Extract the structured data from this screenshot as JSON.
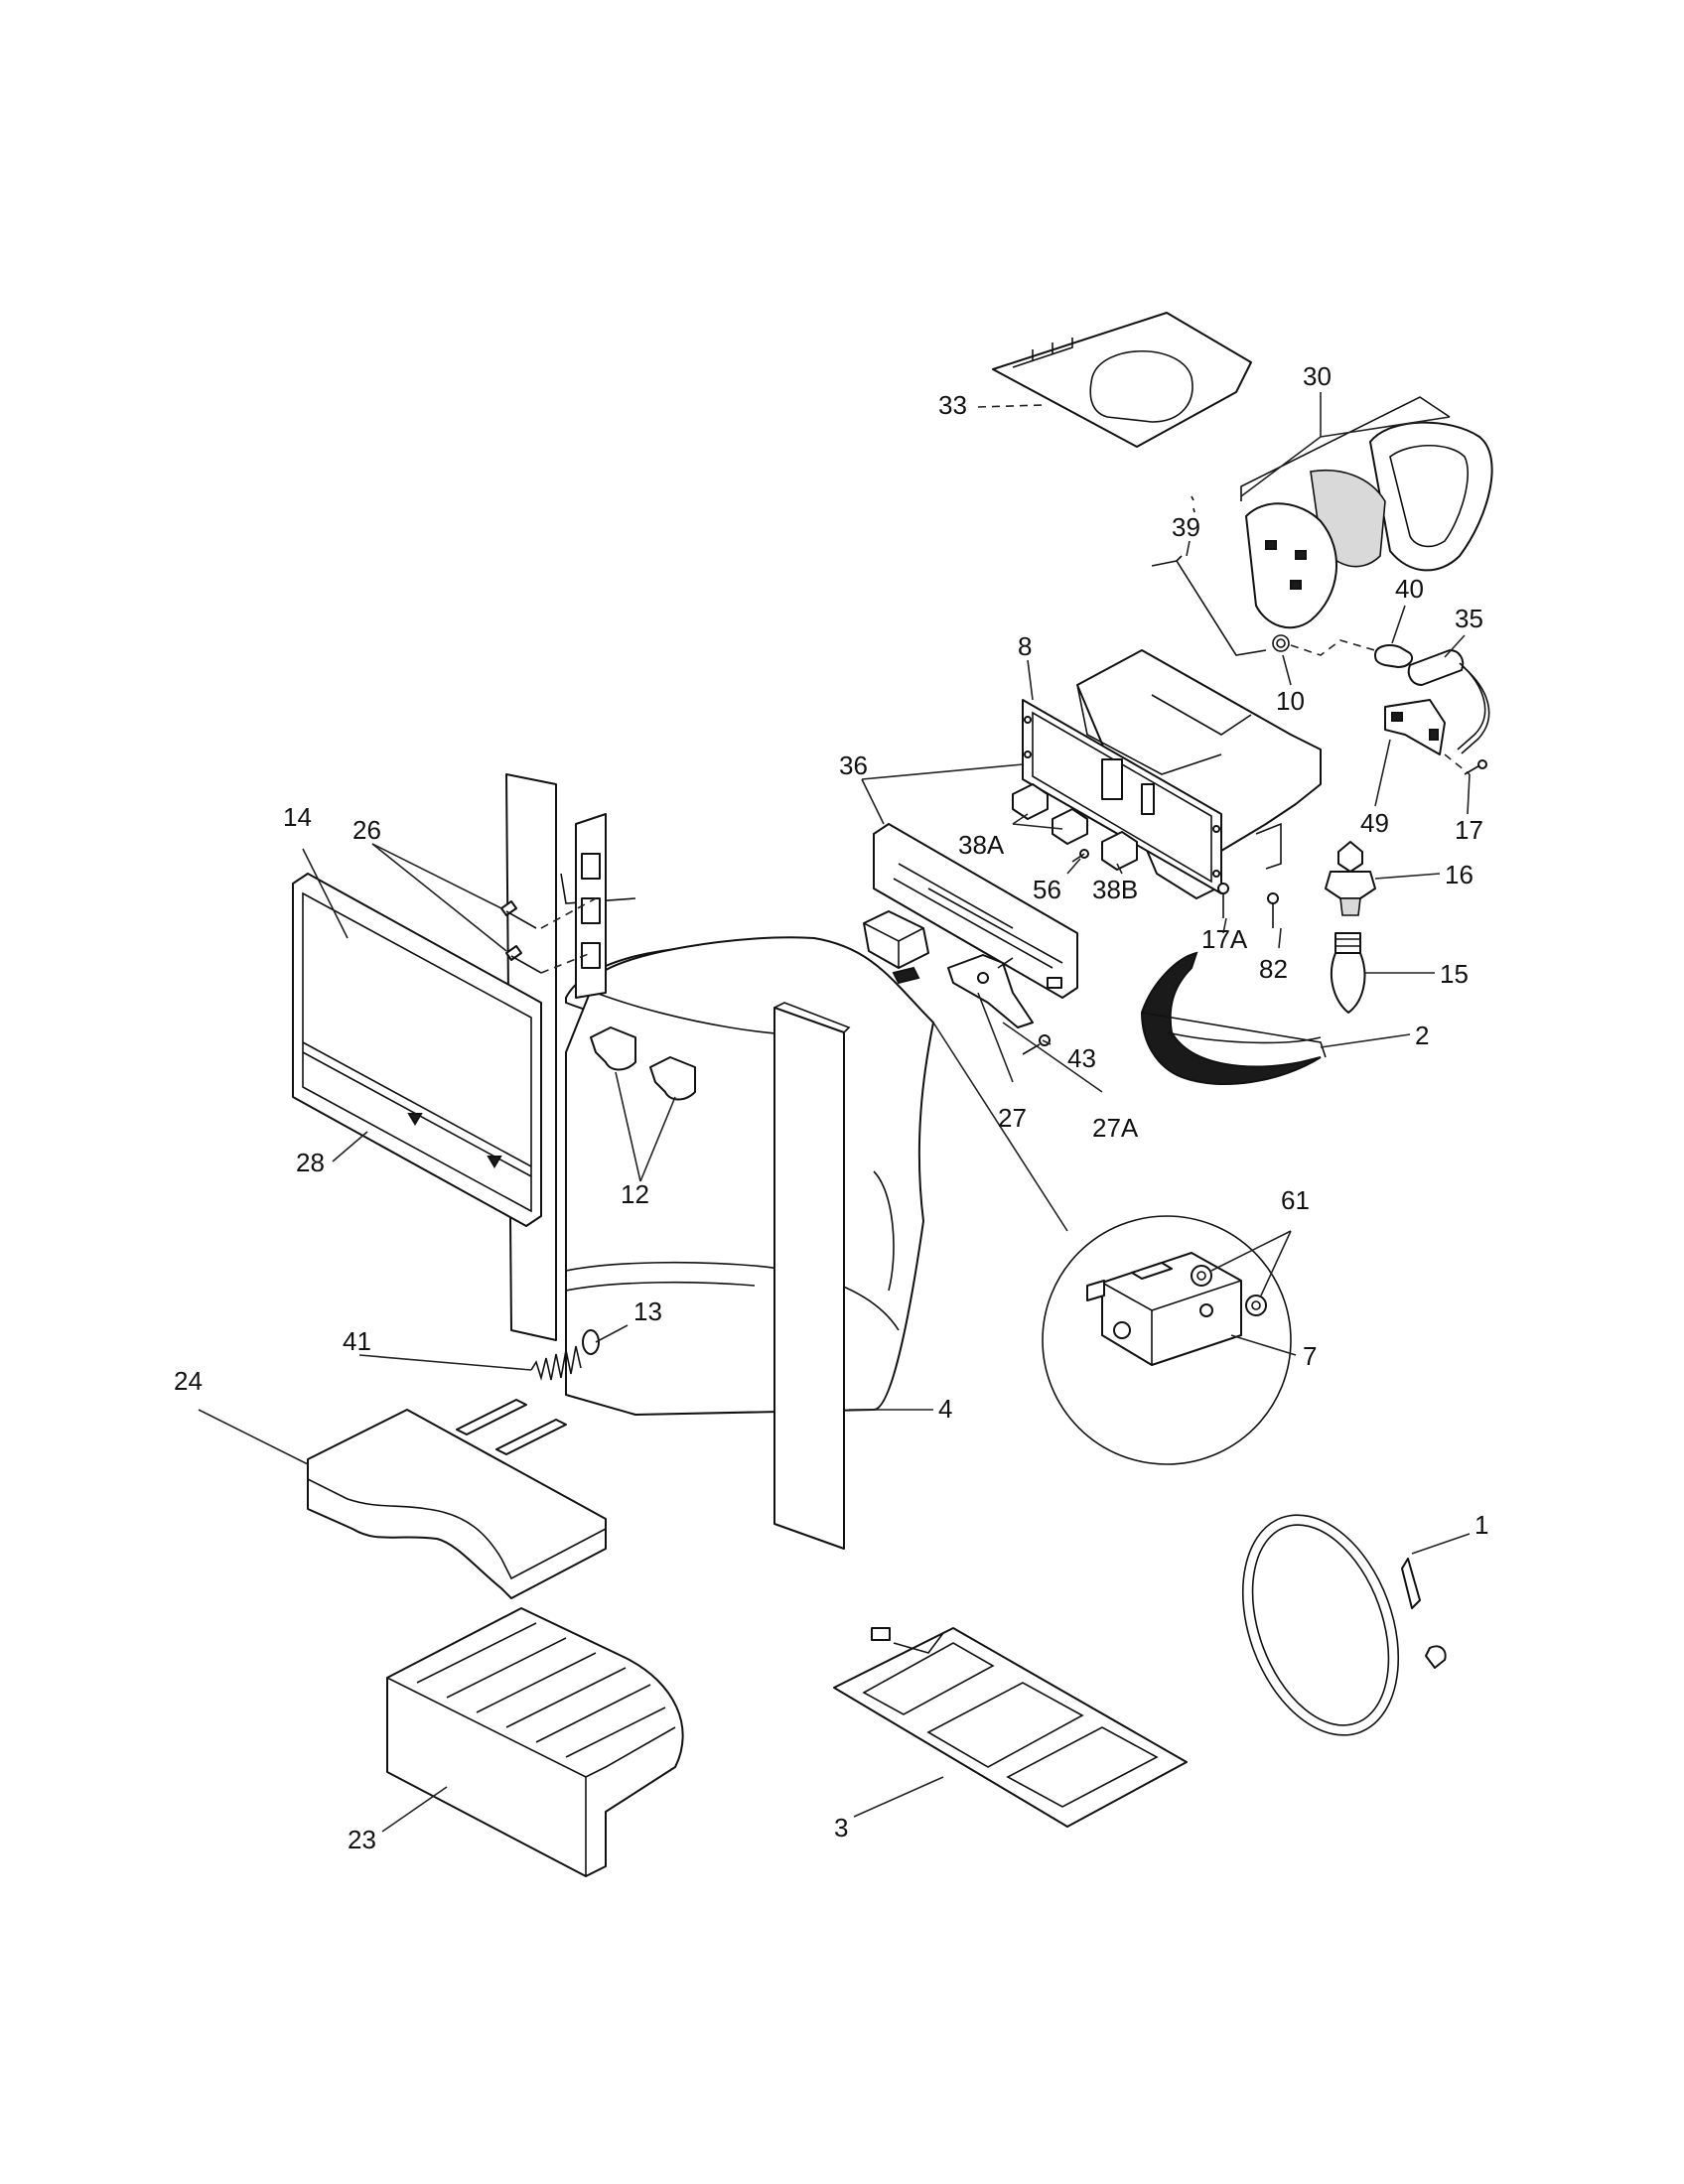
{
  "labels": {
    "p1": "1",
    "p2": "2",
    "p3": "3",
    "p4": "4",
    "p7": "7",
    "p8": "8",
    "p10": "10",
    "p12": "12",
    "p13": "13",
    "p14": "14",
    "p15": "15",
    "p16": "16",
    "p17": "17",
    "p17A": "17A",
    "p23": "23",
    "p24": "24",
    "p26": "26",
    "p27": "27",
    "p27A": "27A",
    "p28": "28",
    "p30": "30",
    "p33": "33",
    "p35": "35",
    "p36": "36",
    "p38A": "38A",
    "p38B": "38B",
    "p39": "39",
    "p40": "40",
    "p41": "41",
    "p43": "43",
    "p49": "49",
    "p56": "56",
    "p61": "61",
    "p82": "82"
  }
}
